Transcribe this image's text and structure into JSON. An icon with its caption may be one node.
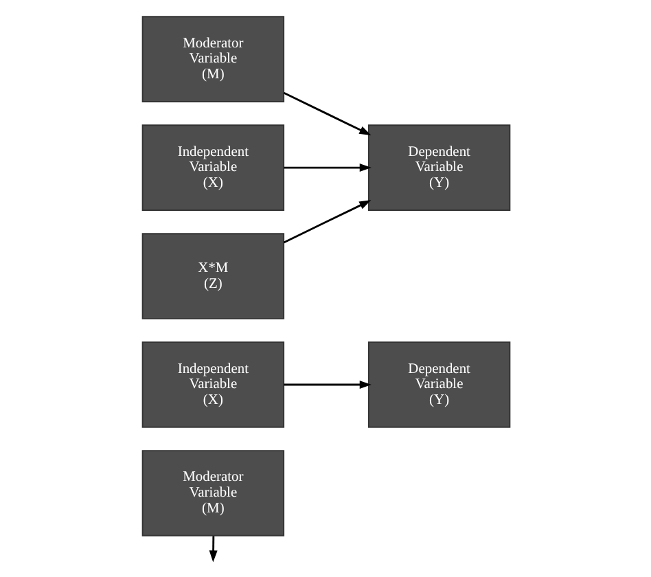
{
  "diagram": {
    "nodes": [
      {
        "text": [
          "Moderator Variable (M)"
        ]
      },
      {
        "text": [
          "Independent Variable (X)"
        ]
      },
      {
        "text": [
          "Dependent Variable (Y)"
        ]
      },
      {
        "text": [
          "Moderator Variable (M)"
        ]
      },
      {
        "text": [
          "Independent Variable (X)"
        ]
      },
      {
        "text": [
          "X*M (Z)"
        ]
      },
      {
        "text": [
          "Dependent Variable (Y)"
        ]
      }
    ],
    "edges": [
      {
        "from": 1,
        "to": 2,
        "arrow": "to"
      },
      {
        "from": 0,
        "to": null,
        "arrow": "to"
      },
      {
        "from": 3,
        "to": 6,
        "arrow": "to"
      },
      {
        "from": 4,
        "to": 6,
        "arrow": "to"
      },
      {
        "from": 5,
        "to": 6,
        "arrow": "to"
      }
    ]
  }
}
